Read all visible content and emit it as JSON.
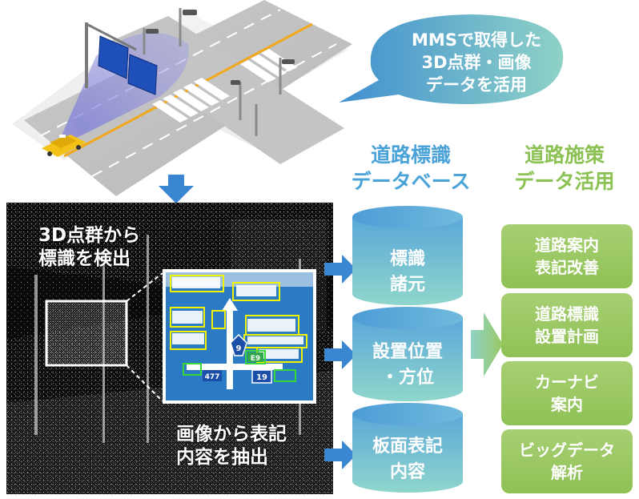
{
  "bubble": {
    "line1": "MMSで取得した",
    "line2": "3D点群・画像",
    "line3": "データを活用"
  },
  "panel": {
    "detect_line1": "3D点群から",
    "detect_line2": "標識を検出",
    "extract_line1": "画像から表記",
    "extract_line2": "内容を抽出"
  },
  "sign": {
    "route_a": "9",
    "route_b": "19",
    "route_c": "E9",
    "route_d": "477"
  },
  "headers": {
    "database_line1": "道路標識",
    "database_line2": "データベース",
    "usage_line1": "道路施策",
    "usage_line2": "データ活用"
  },
  "database_items": [
    {
      "line1": "標識",
      "line2": "諸元"
    },
    {
      "line1": "設置位置",
      "line2": "・方位"
    },
    {
      "line1": "板面表記",
      "line2": "内容"
    }
  ],
  "usage_items": [
    {
      "line1": "道路案内",
      "line2": "表記改善"
    },
    {
      "line1": "道路標識",
      "line2": "設置計画"
    },
    {
      "line1": "カーナビ",
      "line2": "案内"
    },
    {
      "line1": "ビッグデータ",
      "line2": "解析"
    }
  ],
  "colors": {
    "bubble_start": "#3f8fd0",
    "bubble_end": "#8fd2c7",
    "header_blue": "#4aa3d8",
    "header_green": "#8cc254",
    "cylinder_top": "#5aa7d9",
    "cylinder_bottom": "#8fd6cc",
    "arrow_blue": "#3b86d1",
    "box_green": "#9ac964",
    "detect_box": "#f4f400",
    "route_box": "#39d639"
  }
}
